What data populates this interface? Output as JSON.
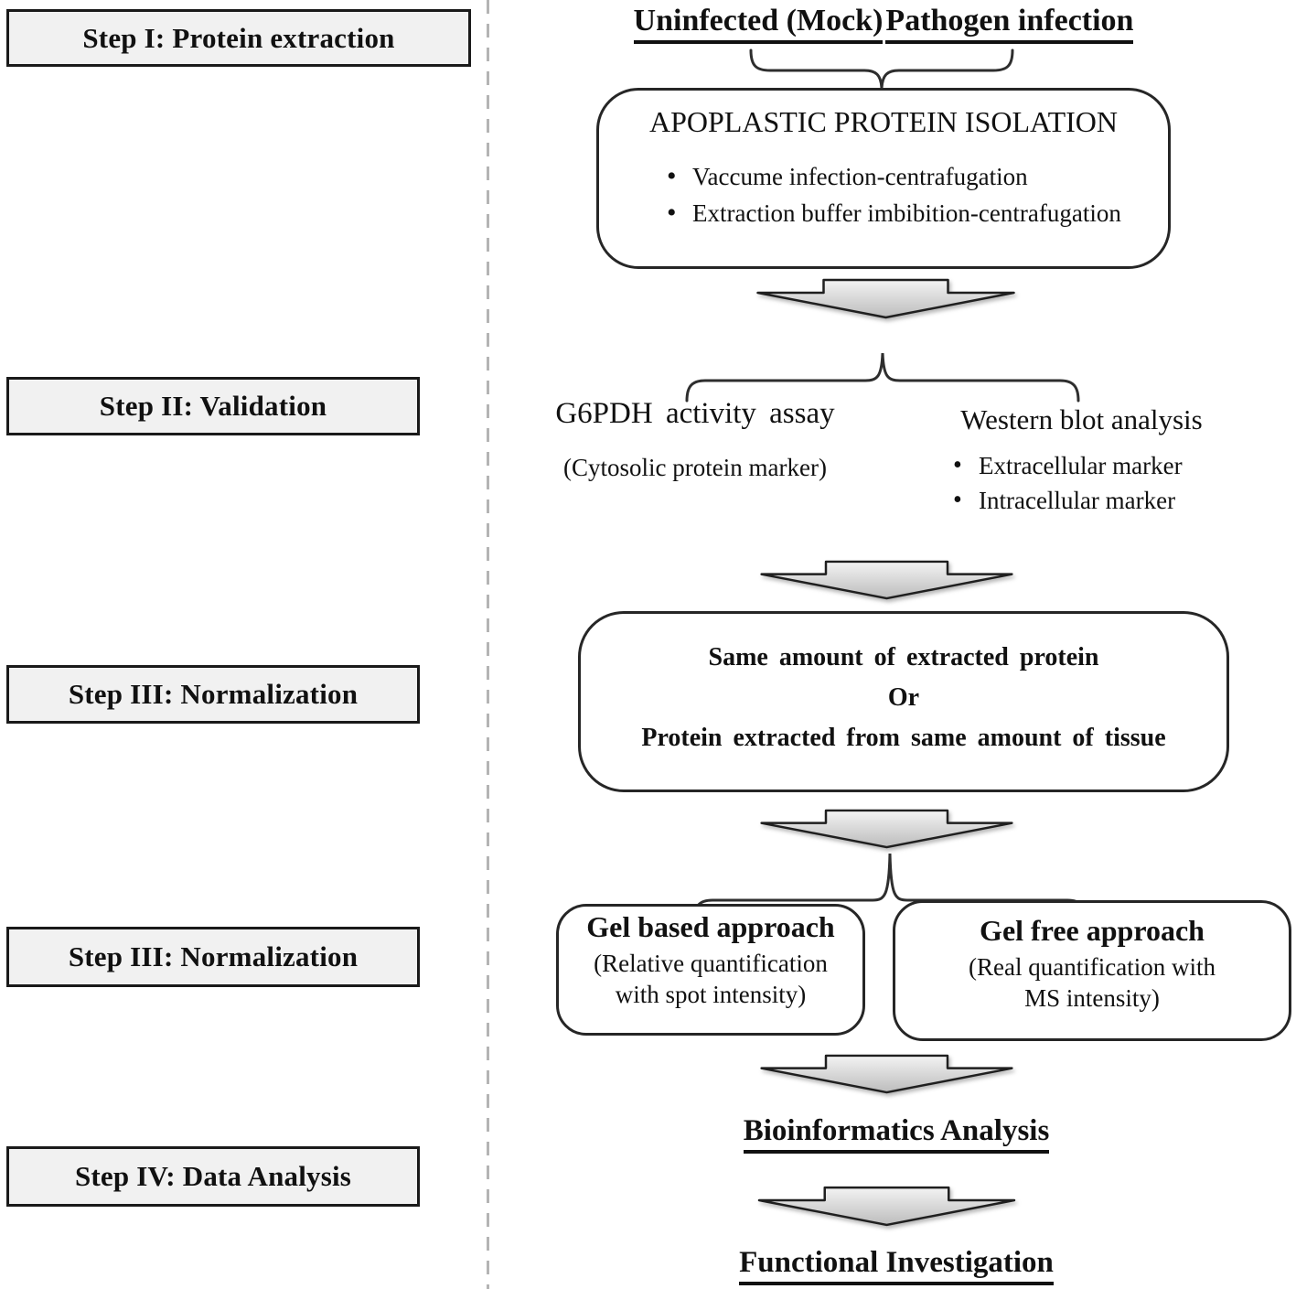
{
  "figure": {
    "steps": [
      {
        "label": "Step I: Protein extraction"
      },
      {
        "label": "Step II: Validation"
      },
      {
        "label": "Step III: Normalization"
      },
      {
        "label": "Step III: Normalization"
      },
      {
        "label": "Step IV: Data Analysis"
      }
    ],
    "conditions": {
      "uninfected": "Uninfected (Mock)",
      "infected": "Pathogen infection"
    },
    "isolation": {
      "title": "APOPLASTIC PROTEIN ISOLATION",
      "bullets": [
        "Vaccume infection-centrafugation",
        "Extraction buffer imbibition-centrafugation"
      ]
    },
    "validation": {
      "assay_title": "G6PDH activity assay",
      "assay_note": "(Cytosolic protein marker)",
      "western_title": "Western blot analysis",
      "western_bullets": [
        "Extracellular marker",
        "Intracellular marker"
      ]
    },
    "normalization": {
      "line1": "Same amount of extracted protein",
      "line2": "Or",
      "line3": "Protein extracted from same amount of tissue"
    },
    "gel_based": {
      "title": "Gel based approach",
      "note_line1": "(Relative quantification",
      "note_line2": "with spot intensity)"
    },
    "gel_free": {
      "title": "Gel free approach",
      "note_line1": "(Real quantification with",
      "note_line2": "MS intensity)"
    },
    "bioinformatics_label": "Bioinformatics Analysis",
    "functional_label": "Functional Investigation"
  },
  "icons": {
    "down_arrow": "fat-down-arrow",
    "brace_down": "curly-brace-pointing-down",
    "brace_up": "curly-brace-pointing-up"
  },
  "colors": {
    "background": "#ffffff",
    "text": "#111111",
    "step_box_fill": "#f1f1f1",
    "step_box_border": "#1a1a1a",
    "arrow_fill_top": "#f3f3f3",
    "arrow_fill_bottom": "#bcbcbc",
    "arrow_outline": "#1f1f1f",
    "divider": "#b4b4b4"
  }
}
